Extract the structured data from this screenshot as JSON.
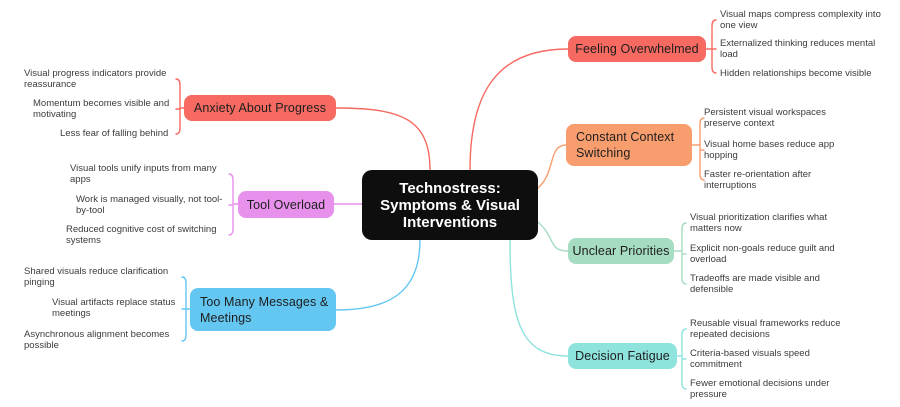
{
  "canvas_bg": "#FFFFFF",
  "center": {
    "label": "Technostress:\nSymptoms & Visual\nInterventions",
    "bg": "#0E0E0E",
    "text_color": "#FFFFFF"
  },
  "branches": [
    {
      "id": "feeling-overwhelmed",
      "label": "Feeling Overwhelmed",
      "color": "#F66A61",
      "children": [
        "Visual maps compress complexity into one view",
        "Externalized thinking reduces mental load",
        "Hidden relationships become visible"
      ]
    },
    {
      "id": "constant-context-switching",
      "label": "Constant Context Switching",
      "color": "#F89E6E",
      "children": [
        "Persistent visual workspaces preserve context",
        "Visual home bases reduce app hopping",
        "Faster re-orientation after interruptions"
      ]
    },
    {
      "id": "unclear-priorities",
      "label": "Unclear Priorities",
      "color": "#A6DCC1",
      "children": [
        "Visual prioritization clarifies what matters now",
        "Explicit non-goals reduce guilt and overload",
        "Tradeoffs are made visible and defensible"
      ]
    },
    {
      "id": "decision-fatigue",
      "label": "Decision Fatigue",
      "color": "#8FE3DD",
      "children": [
        "Reusable visual frameworks reduce repeated decisions",
        "Criteria-based visuals speed commitment",
        "Fewer emotional decisions under pressure"
      ]
    },
    {
      "id": "anxiety-about-progress",
      "label": "Anxiety About Progress",
      "color": "#F66A61",
      "children": [
        "Visual progress indicators provide reassurance",
        "Momentum becomes visible and motivating",
        "Less fear of falling behind"
      ]
    },
    {
      "id": "tool-overload",
      "label": "Tool Overload",
      "color": "#E791EC",
      "children": [
        "Visual tools unify inputs from many apps",
        "Work is managed visually, not tool-by-tool",
        "Reduced cognitive cost of switching systems"
      ]
    },
    {
      "id": "too-many-messages-meetings",
      "label": "Too Many Messages & Meetings",
      "color": "#64C7F2",
      "children": [
        "Shared visuals reduce clarification pinging",
        "Visual artifacts replace status meetings",
        "Asynchronous alignment becomes possible"
      ]
    }
  ]
}
